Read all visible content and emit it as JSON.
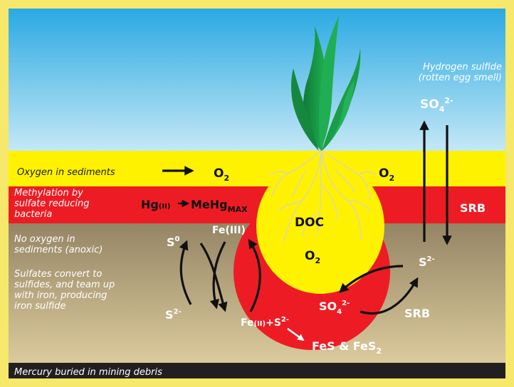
{
  "zones": {
    "water_right_note_line1": "Hydrogen sulfide",
    "water_right_note_line2": "(rotten egg smell)",
    "oxygen_sediments": "Oxygen in sediments",
    "methylation_line1": "Methylation by",
    "methylation_line2": "sulfate reducing",
    "methylation_line3": "bacteria",
    "anoxic_line1": "No oxygen in",
    "anoxic_line2": "sediments (anoxic)",
    "sulfates_line1": "Sulfates convert to",
    "sulfates_line2": "sulfides, and team up",
    "sulfates_line3": "with iron, producing",
    "sulfates_line4": "iron sulfide",
    "mercury_buried": "Mercury buried in mining debris"
  },
  "chem": {
    "o2": "O",
    "sub2": "2",
    "so4_base": "SO",
    "sub4": "4",
    "sup2minus": "2-",
    "srb": "SRB",
    "hg": "Hg",
    "roman_ii": "(II)",
    "mehg": "MeHg",
    "max": "MAX",
    "doc": "DOC",
    "fe": "Fe",
    "roman_iii": "(III)",
    "plus": "+",
    "s": "S",
    "sup0": "0",
    "fes": "FeS & FeS"
  },
  "colors": {
    "border": "#f5e86a",
    "water_top": "#2aa9e3",
    "water_bottom": "#bfe6f6",
    "oxic_yellow": "#fff200",
    "methyl_red": "#ed1c24",
    "sediment_top": "#9a8a6a",
    "sediment_bottom": "#d8c79a",
    "debris_black": "#231f20",
    "plant_green": "#1aa34a"
  }
}
